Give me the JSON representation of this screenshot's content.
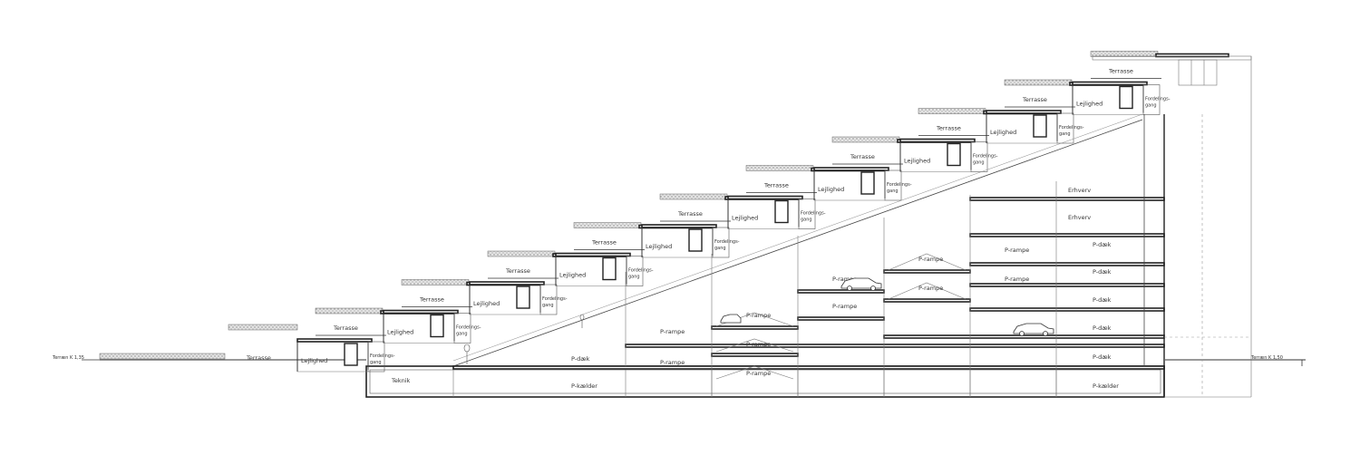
{
  "levels": {
    "left": "Terræn K 1,35",
    "right": "Terræn K 1,50"
  },
  "steps": [
    {
      "terrace": "Terrasse",
      "apartment": "Lejlighed",
      "corridor": "Fordelings-\ngang"
    },
    {
      "terrace": "Terrasse",
      "apartment": "Lejlighed",
      "corridor": "Fordelings-\ngang"
    },
    {
      "terrace": "Terrasse",
      "apartment": "Lejlighed",
      "corridor": "Fordelings-\ngang"
    },
    {
      "terrace": "Terrasse",
      "apartment": "Lejlighed",
      "corridor": "Fordelings-\ngang"
    },
    {
      "terrace": "Terrasse",
      "apartment": "Lejlighed",
      "corridor": "Fordelings-\ngang"
    },
    {
      "terrace": "Terrasse",
      "apartment": "Lejlighed",
      "corridor": "Fordelings-\ngang"
    },
    {
      "terrace": "Terrasse",
      "apartment": "Lejlighed",
      "corridor": "Fordelings-\ngang"
    },
    {
      "terrace": "Terrasse",
      "apartment": "Lejlighed",
      "corridor": "Fordelings-\ngang"
    },
    {
      "terrace": "Terrasse",
      "apartment": "Lejlighed",
      "corridor": "Fordelings-\ngang"
    },
    {
      "terrace": "Terrasse",
      "apartment": "Lejlighed",
      "corridor": "Fordelings-\ngang"
    }
  ],
  "first_terrace": "Terrasse",
  "spaces": {
    "technical": "Teknik",
    "basement": "P-kælder",
    "basement_right": "P-kælder",
    "deck": "P-dæk",
    "ramp": "P-rampe",
    "commercial": "Erhverv"
  }
}
